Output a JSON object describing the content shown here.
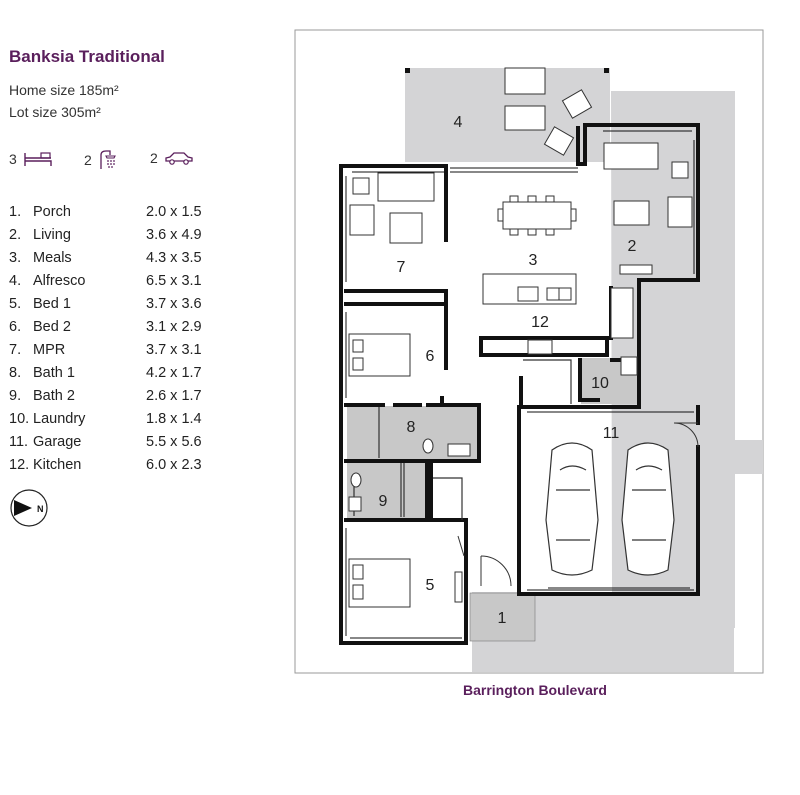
{
  "header": {
    "title": "Banksia Traditional",
    "home_size": "Home size 185m²",
    "lot_size": "Lot size 305m²"
  },
  "features": [
    {
      "count": "3",
      "icon": "bed-icon"
    },
    {
      "count": "2",
      "icon": "shower-icon"
    },
    {
      "count": "2",
      "icon": "car-icon"
    }
  ],
  "rooms": [
    {
      "num": "1.",
      "name": "Porch",
      "size": "2.0 x 1.5"
    },
    {
      "num": "2.",
      "name": "Living",
      "size": "3.6 x 4.9"
    },
    {
      "num": "3.",
      "name": "Meals",
      "size": "4.3 x 3.5"
    },
    {
      "num": "4.",
      "name": "Alfresco",
      "size": "6.5 x 3.1"
    },
    {
      "num": "5.",
      "name": "Bed 1",
      "size": "3.7 x 3.6"
    },
    {
      "num": "6.",
      "name": "Bed 2",
      "size": "3.1 x 2.9"
    },
    {
      "num": "7.",
      "name": "MPR",
      "size": "3.7 x 3.1"
    },
    {
      "num": "8.",
      "name": "Bath 1",
      "size": "4.2 x 1.7"
    },
    {
      "num": "9.",
      "name": "Bath 2",
      "size": "2.6 x 1.7"
    },
    {
      "num": "10.",
      "name": "Laundry",
      "size": "1.8 x 1.4"
    },
    {
      "num": "11.",
      "name": "Garage",
      "size": "5.5 x 5.6"
    },
    {
      "num": "12.",
      "name": "Kitchen",
      "size": "6.0 x 2.3"
    }
  ],
  "plan_labels": {
    "r1": "1",
    "r2": "2",
    "r3": "3",
    "r4": "4",
    "r5": "5",
    "r6": "6",
    "r7": "7",
    "r8": "8",
    "r9": "9",
    "r10": "10",
    "r11": "11",
    "r12": "12"
  },
  "street": "Barrington Boulevard",
  "compass": {
    "letter": "N",
    "icon": "north-arrow-icon"
  },
  "colors": {
    "brand": "#5a1f5c",
    "wall": "#111111",
    "shade": "#d4d4d6",
    "wet_area": "#c8c8c8"
  }
}
